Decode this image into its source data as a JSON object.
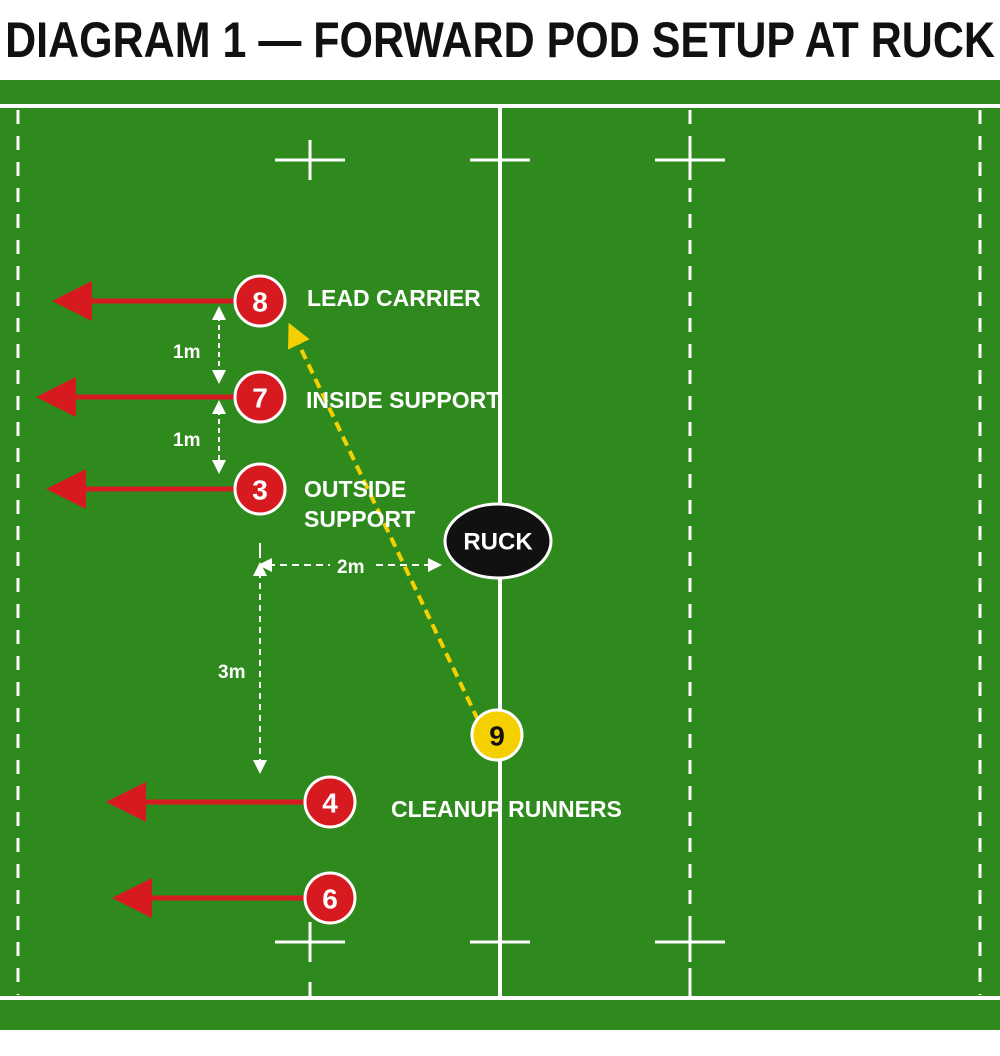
{
  "title": "DIAGRAM 1 — FORWARD POD SETUP AT RUCK",
  "colors": {
    "field": "#2f8a1e",
    "line": "#ffffff",
    "player": "#d71920",
    "scrum_half": "#f5d000",
    "ruck": "#111111",
    "run_arrow": "#d71920",
    "pass_arrow": "#f5d000"
  },
  "players": [
    {
      "number": "8",
      "label": "LEAD CARRIER",
      "role": "forward"
    },
    {
      "number": "7",
      "label": "INSIDE SUPPORT",
      "role": "forward"
    },
    {
      "number": "3",
      "label": "OUTSIDE",
      "label2": "SUPPORT",
      "role": "forward"
    },
    {
      "number": "4",
      "label": "CLEANUP RUNNERS",
      "role": "forward"
    },
    {
      "number": "6",
      "label": "",
      "role": "forward"
    },
    {
      "number": "9",
      "label": "",
      "role": "scrum-half"
    }
  ],
  "ruck_label": "RUCK",
  "distances": {
    "gap_8_7": "1m",
    "gap_7_3": "1m",
    "gap_to_ruck": "2m",
    "gap_depth": "3m"
  }
}
